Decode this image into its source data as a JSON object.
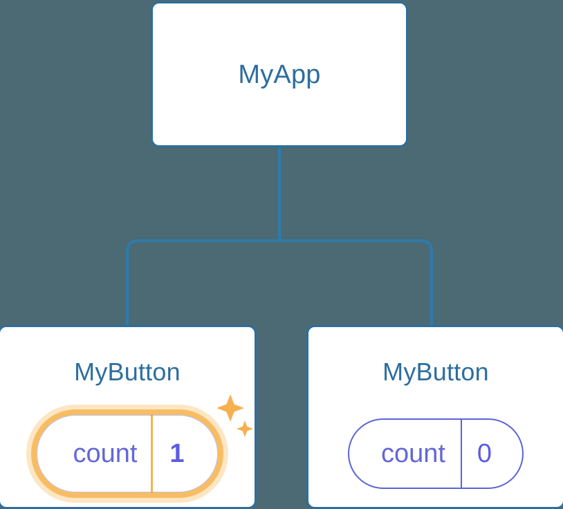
{
  "theme": {
    "background": "#4c6a73",
    "node_border": "#2d6e9e",
    "node_fill": "#ffffff",
    "title_color": "#2d6e9e",
    "edge_color": "#2d7bab",
    "state_key_color": "#6366d8",
    "state_value_color": "#5b5ce6",
    "pill_border": "#5c63d8",
    "highlight_color": "#f8bd63",
    "highlight_glow": "rgba(248,189,99,0.38)",
    "sparkle_color": "#f5b04f"
  },
  "tree": {
    "root": {
      "title": "MyApp"
    },
    "children": [
      {
        "title": "MyButton",
        "state": {
          "key": "count",
          "value": "1"
        },
        "highlighted": true,
        "sparkle_icon": "sparkles-icon"
      },
      {
        "title": "MyButton",
        "state": {
          "key": "count",
          "value": "0"
        },
        "highlighted": false
      }
    ]
  }
}
